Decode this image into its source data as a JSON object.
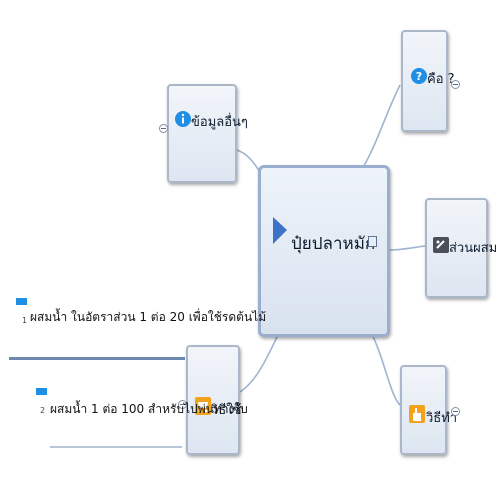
{
  "central": {
    "label": "ปุ๋ยปลาหมัก"
  },
  "topics": {
    "other_info": {
      "label": "ข้อมูลอื่นๆ",
      "icon": "info-icon"
    },
    "what_is": {
      "label": "คือ ?",
      "icon": "question-icon"
    },
    "ingredients": {
      "label": "ส่วนผสม",
      "icon": "recipe-icon"
    },
    "how_to_make": {
      "label": "วิธีทำ",
      "icon": "hand-icon"
    },
    "how_to_use": {
      "label": "วิธีใช้",
      "icon": "cart-icon"
    }
  },
  "notes": [
    {
      "number": "1",
      "text": "ผสมน้ำ ในอัตราส่วน 1 ต่อ 20 เพื่อใช้รดต้นไม้"
    },
    {
      "number": "2",
      "text": "ผสมน้ำ 1 ต่อ 100 สำหรับไปพ่นทางใบ"
    }
  ],
  "colors": {
    "connector": "#9fb4cf",
    "node_border": "#a9b7c9",
    "central_border": "#9aaed0",
    "flag": "#1f8fe6"
  }
}
